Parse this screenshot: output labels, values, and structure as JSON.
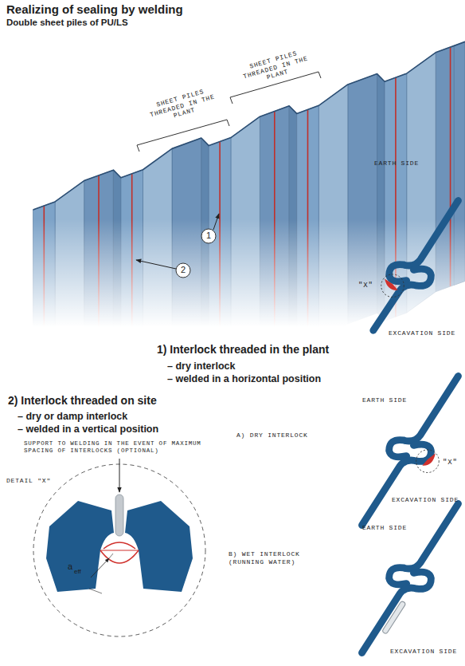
{
  "diagram": {
    "title": "Realizing of sealing by welding",
    "labels": [
      "Double sheet piles of PU/LS",
      "SHEET PILES THREADED IN THE PLANT",
      "SHEET PILES THREADED IN THE PLANT",
      "1",
      "2",
      "EARTH SIDE",
      "\"X\"",
      "EXCAVATION SIDE",
      "1) Interlock threaded in the plant",
      "– dry interlock",
      "– welded in a horizontal position",
      "2) Interlock threaded on site",
      "– dry or damp interlock",
      "– welded in a vertical position",
      "SUPPORT TO WELDING IN THE EVENT OF MAXIMUM SPACING OF INTERLOCKS (OPTIONAL)",
      "A) DRY INTERLOCK",
      "EARTH SIDE",
      "DETAIL \"X\"",
      "\"X\"",
      "EXCAVATION SIDE",
      "a",
      "eff",
      "B) WET INTERLOCK (RUNNING WATER)",
      "EARTH SIDE",
      "EXCAVATION SIDE"
    ]
  }
}
